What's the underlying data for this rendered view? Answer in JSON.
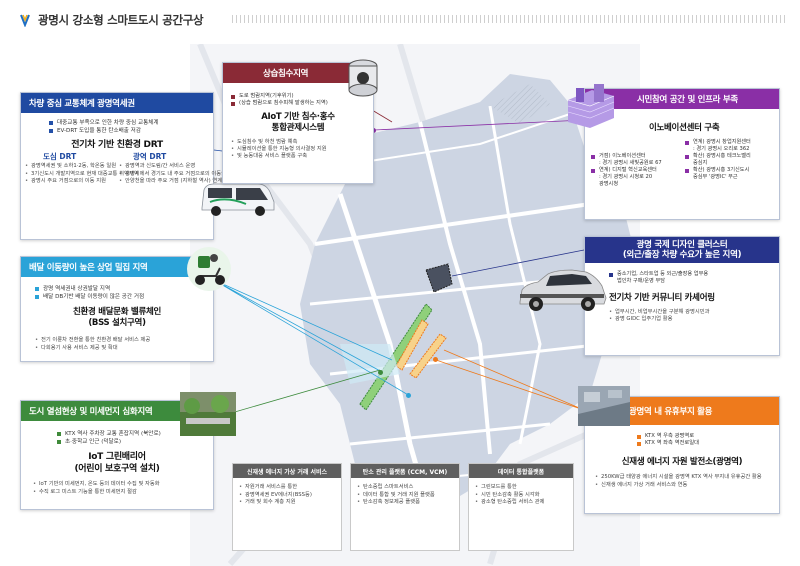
{
  "title": "광명시 강소형 스마트도시 공간구상",
  "colors": {
    "navy": "#25327f",
    "blue": "#1f4aa1",
    "cyan": "#2aa3d8",
    "green": "#3d8b3d",
    "orange": "#ee7a1c",
    "wine": "#8a2a36",
    "purple": "#8a2fa6",
    "gray": "#5f5f5f",
    "map_fill": "#cfd6e4",
    "road": "#ffffff"
  },
  "boxes": {
    "traffic": {
      "header": "차량 중심 교통체계 광명역세권",
      "bullets": [
        "대중교통 부족으로 인한 차량 중심 교통체계",
        "EV-DRT 도입을 통한 탄소배출 저감"
      ],
      "title": "전기차 기반 친환경 DRT",
      "col1_title": "도심 DRT",
      "col1_items": [
        "광명역세권 및 소하1·2동, 학온동 일원",
        "3기신도시 개발지역으로 현재 대중교통 취약지역",
        "광명시 주요 거점으로의 이동 지원"
      ],
      "col2_title": "광역 DRT",
      "col2_items": [
        "광명역과 신도림/간 서비스 운영",
        "광명시에서 경기도 내 주요 거점으로의 이동을 지원",
        "안양천을 따라 주요 거점 (지하철 역사) 연계"
      ]
    },
    "delivery": {
      "header": "배달 이동량이 높은 상업 밀집 지역",
      "bullets": [
        "광명 역세권내 상권발달 지역",
        "배달 DB기반 배달 이동량이 많은 공간 거점"
      ],
      "title": "친환경 배달문화 밸류체인\n(BSS 설치구역)",
      "dots": [
        "전기 이륜차 전환을 통한 친환경 배달 서비스 제공",
        "다회용기 사용 서비스 제공 및 확대"
      ]
    },
    "heat": {
      "header": "도시 열섬현상 및 미세먼지 심화지역",
      "bullets": [
        "KTX 역사 주차장 교통 혼잡지역 (북안로)",
        "초·중학교 인근 (덕달로)"
      ],
      "title": "IoT 그린배리어\n(어린이 보호구역 설치)",
      "dots": [
        "IoT 기반의 미세먼지, 온도 등의 데이터 수집 및 자동화",
        "수직 로그 미스트 기능을 통한 미세먼지 절감"
      ]
    },
    "flood": {
      "header": "상습침수지역",
      "bullets": [
        "도로 범람지역(기후위기)",
        "(상습 범람으로 침수피해 발생하는 지역)"
      ],
      "title": "AIoT 기반 침수·홍수\n통합관제시스템",
      "dots": [
        "도심침수 및 하천 범람 예측",
        "시뮬레이션을 통한 지능형 의사결정 지원",
        "및 능동대응 서비스 플랫폼 구축"
      ]
    },
    "innovation": {
      "header": "시민참여 공간 및 인프라 부족",
      "title": "이노베이션센터 구축",
      "col1": [
        "거점) 이노베이션센터",
        "  : 경기 광명시 새빛공원로 67",
        "연계) 디지털 혁신교육센터",
        "  : 경기 광명시 시청로 20",
        "  광명시청"
      ],
      "col2": [
        "연계) 광명시 창업지원센터",
        "  : 경기 광명시 오리로 362",
        "확산) 광명시흥 테크노벨리",
        "  중심지",
        "확산) 광명시흥 3기신도시",
        "  중심부 '광명IC' 부근"
      ]
    },
    "design": {
      "header": "광명 국제 디자인 클러스터\n(외근/출장 차량 수요가 높은 지역)",
      "bullets": [
        "중소기업, 스타트업 등 외근/출장용 업무용",
        "법인차 구매/운영 부담"
      ],
      "title": "전기차 기반 커뮤니티 카셰어링",
      "dots": [
        "업무시간, 비업무시간을 구분해 광명시민과",
        "광명 GIDC 입주기업 활용"
      ]
    },
    "station": {
      "header": "광명역 내 유휴부지 활용",
      "bullets": [
        "KTX 역 우측 광명역로",
        "KTX 역 좌측 역전로일대"
      ],
      "title": "신재생 에너지 자원 발전소(광명역)",
      "dots": [
        "250KW급 태양광 에너지 시설을 광명역 KTX 역사 부지내 유휴공간 활용",
        "신재생 에너지 가상 거래 서비스와 연동"
      ]
    }
  },
  "services": [
    {
      "header": "신재생 에너지 가상 거래 서비스",
      "items": [
        "자원거래 서비스를 통한",
        "광명역세권 EV에너지(BSS등)",
        "거래 및 회수 계층 지원"
      ]
    },
    {
      "header": "탄소 관리 플랫폼 (CCM, VCM)",
      "items": [
        "탄소중립 스마트서비스",
        "데이터 통합 및 거래 지원 플랫폼",
        "탄소감축 정보제공 플랫폼"
      ]
    },
    {
      "header": "데이터 통합플랫폼",
      "items": [
        "그린보드를 통한",
        "시민 탄소감축 활동 시각화",
        "광소형 탄소중립 서비스 관제"
      ]
    }
  ]
}
